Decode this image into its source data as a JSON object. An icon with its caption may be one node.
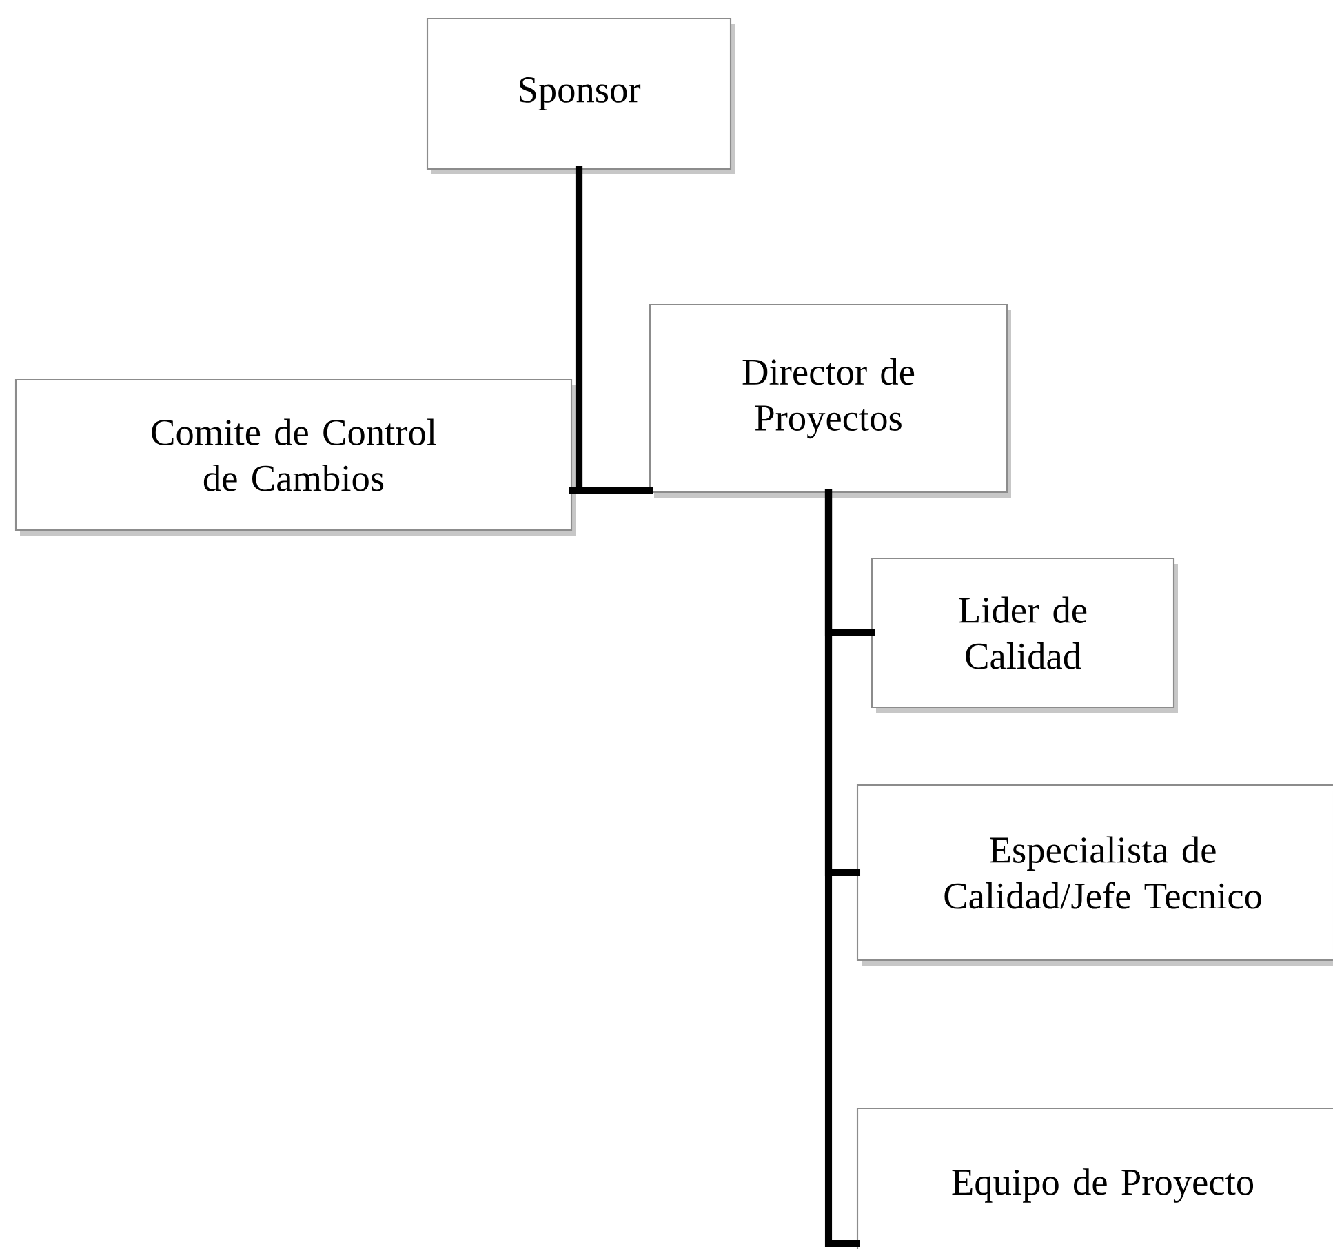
{
  "diagram": {
    "nodes": [
      {
        "text": [
          "Sponsor"
        ]
      },
      {
        "text": [
          "Comite de Control de Cambios"
        ]
      },
      {
        "text": [
          "Director de Proyectos"
        ]
      },
      {
        "text": [
          "Lider de Calidad"
        ]
      },
      {
        "text": [
          "Especialista de Calidad/Jefe Tecnico"
        ]
      },
      {
        "text": [
          "Equipo de Proyecto"
        ]
      }
    ],
    "edges": [
      {
        "from": 0,
        "to": 1,
        "arrow": "none"
      },
      {
        "from": 0,
        "to": 2,
        "arrow": "none"
      },
      {
        "from": 2,
        "to": 3,
        "arrow": "none"
      },
      {
        "from": 2,
        "to": 4,
        "arrow": "none"
      },
      {
        "from": 2,
        "to": 5,
        "arrow": "none"
      }
    ]
  }
}
